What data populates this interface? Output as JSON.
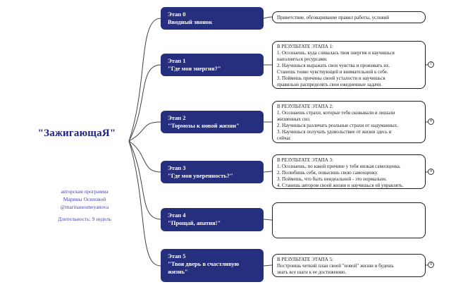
{
  "root": {
    "title": "\"ЗажигающаЯ\"",
    "author_lines": [
      "авторская программа",
      "Марины Осиповой",
      "@marinanesmeyanova"
    ],
    "duration": "Длительность: 9 недель"
  },
  "stages": [
    {
      "label": "Этап 0",
      "subtitle": "Вводный звонок"
    },
    {
      "label": "Этап 1",
      "subtitle": "\"Где моя энергия?\""
    },
    {
      "label": "Этап 2",
      "subtitle": "\"Тормозы к новой жизни\""
    },
    {
      "label": "Этап 3",
      "subtitle": "\"Где моя уверенность?\""
    },
    {
      "label": "Этап 4",
      "subtitle": "\"Прощай, апатия!\""
    },
    {
      "label": "Этап 5",
      "subtitle": "\"Твоя дверь в счастливую жизнь\""
    }
  ],
  "results": [
    {
      "heading": "",
      "lines": [
        "Приветствие, обговаривание правил работы, условий"
      ],
      "badge": ""
    },
    {
      "heading": "В РЕЗУЛЬТАТЕ ЭТАПА 1:",
      "lines": [
        "1. Осознаешь, куда сливалась твоя энергия и научишься",
        "наполняться ресурсами.",
        "2. Научишься выражать свои чувства и проживать их.",
        "Станешь тонко чувствующей и внимательной к себе.",
        "3. Поймешь причины своей усталости и научишься",
        "правильно распределять свои ежедневные задачи."
      ],
      "badge": "7"
    },
    {
      "heading": "В РЕЗУЛЬТАТЕ ЭТАПА 2:",
      "lines": [
        "1. Осознаешь страхи, которые тебя сковывали и лишали",
        "жизненных сил.",
        "2. Научишься различать реальные страхи от надуманных.",
        "3. Научишься получать удовольствие от жизни здесь и",
        "сейчас"
      ],
      "badge": "4"
    },
    {
      "heading": "В РЕЗУЛЬТАТЕ ЭТАПА 3:",
      "lines": [
        "1. Осознаешь, по какой причине у тебя низкая самооценка.",
        "2. Полюбишь себя, повысишь свою самооценку.",
        "3. Поймешь, что быть неидеальной - это нормально.",
        "4. Станешь автором своей жизни и научишься ей управлять."
      ],
      "badge": "4"
    },
    {
      "heading": "",
      "lines": [],
      "badge": ""
    },
    {
      "heading": "В РЕЗУЛЬТАТЕ ЭТАПА 5:",
      "lines": [
        "Построишь четкий план своей \"новой\" жизни и будешь",
        "знать все шаги к ее достижению."
      ],
      "badge": "4"
    }
  ],
  "colors": {
    "stage_bg": "#262f7e",
    "title_text": "#1d2378",
    "author_text": "#4646b0",
    "box_border": "#1c1c1c",
    "connector": "#404040"
  }
}
